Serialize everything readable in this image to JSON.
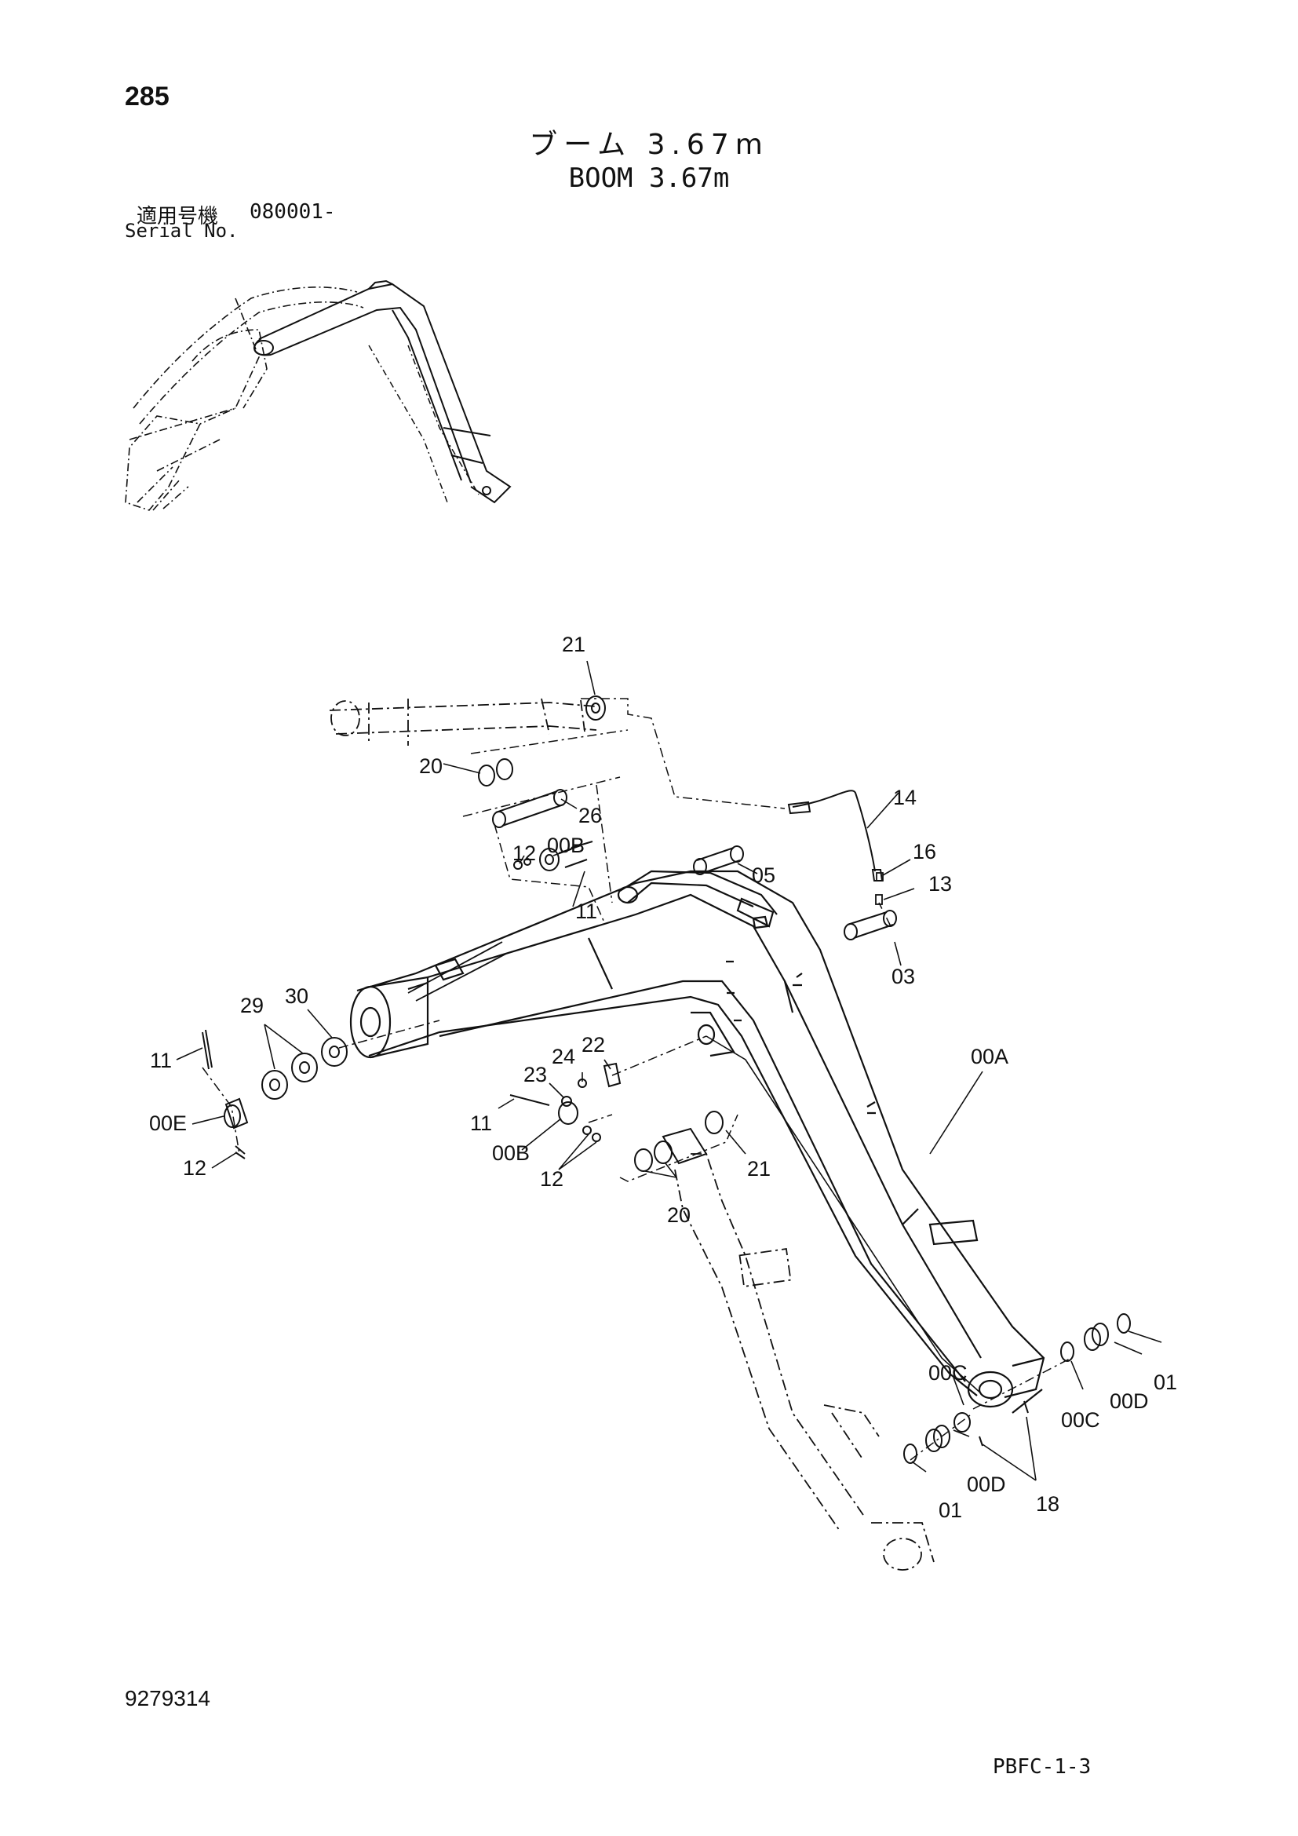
{
  "page_number": "285",
  "title_jp": "ブーム 3.67m",
  "title_en": "BOOM 3.67m",
  "serial": {
    "label_jp": "適用号機",
    "value": "080001-",
    "label_en": "Serial No."
  },
  "callouts": [
    {
      "id": "c21a",
      "text": "21"
    },
    {
      "id": "c20a",
      "text": "20"
    },
    {
      "id": "c26",
      "text": "26"
    },
    {
      "id": "c14",
      "text": "14"
    },
    {
      "id": "c12a",
      "text": "12"
    },
    {
      "id": "c00Ba",
      "text": "00B"
    },
    {
      "id": "c16",
      "text": "16"
    },
    {
      "id": "c05",
      "text": "05"
    },
    {
      "id": "c13",
      "text": "13"
    },
    {
      "id": "c11a",
      "text": "11"
    },
    {
      "id": "c03",
      "text": "03"
    },
    {
      "id": "c29",
      "text": "29"
    },
    {
      "id": "c30",
      "text": "30"
    },
    {
      "id": "c00A",
      "text": "00A"
    },
    {
      "id": "c22",
      "text": "22"
    },
    {
      "id": "c24",
      "text": "24"
    },
    {
      "id": "c11b",
      "text": "11"
    },
    {
      "id": "c23",
      "text": "23"
    },
    {
      "id": "c00E",
      "text": "00E"
    },
    {
      "id": "c11c",
      "text": "11"
    },
    {
      "id": "c21b",
      "text": "21"
    },
    {
      "id": "c00Bb",
      "text": "00B"
    },
    {
      "id": "c12b",
      "text": "12"
    },
    {
      "id": "c12c",
      "text": "12"
    },
    {
      "id": "c20b",
      "text": "20"
    },
    {
      "id": "c01a",
      "text": "01"
    },
    {
      "id": "c00Da",
      "text": "00D"
    },
    {
      "id": "c00Ca",
      "text": "00C"
    },
    {
      "id": "c00Cb",
      "text": "00C"
    },
    {
      "id": "c00Db",
      "text": "00D"
    },
    {
      "id": "c01b",
      "text": "01"
    },
    {
      "id": "c18",
      "text": "18"
    }
  ],
  "doc_number": "9279314",
  "figure_code": "PBFC-1-3",
  "colors": {
    "ink": "#111111",
    "paper": "#ffffff"
  }
}
